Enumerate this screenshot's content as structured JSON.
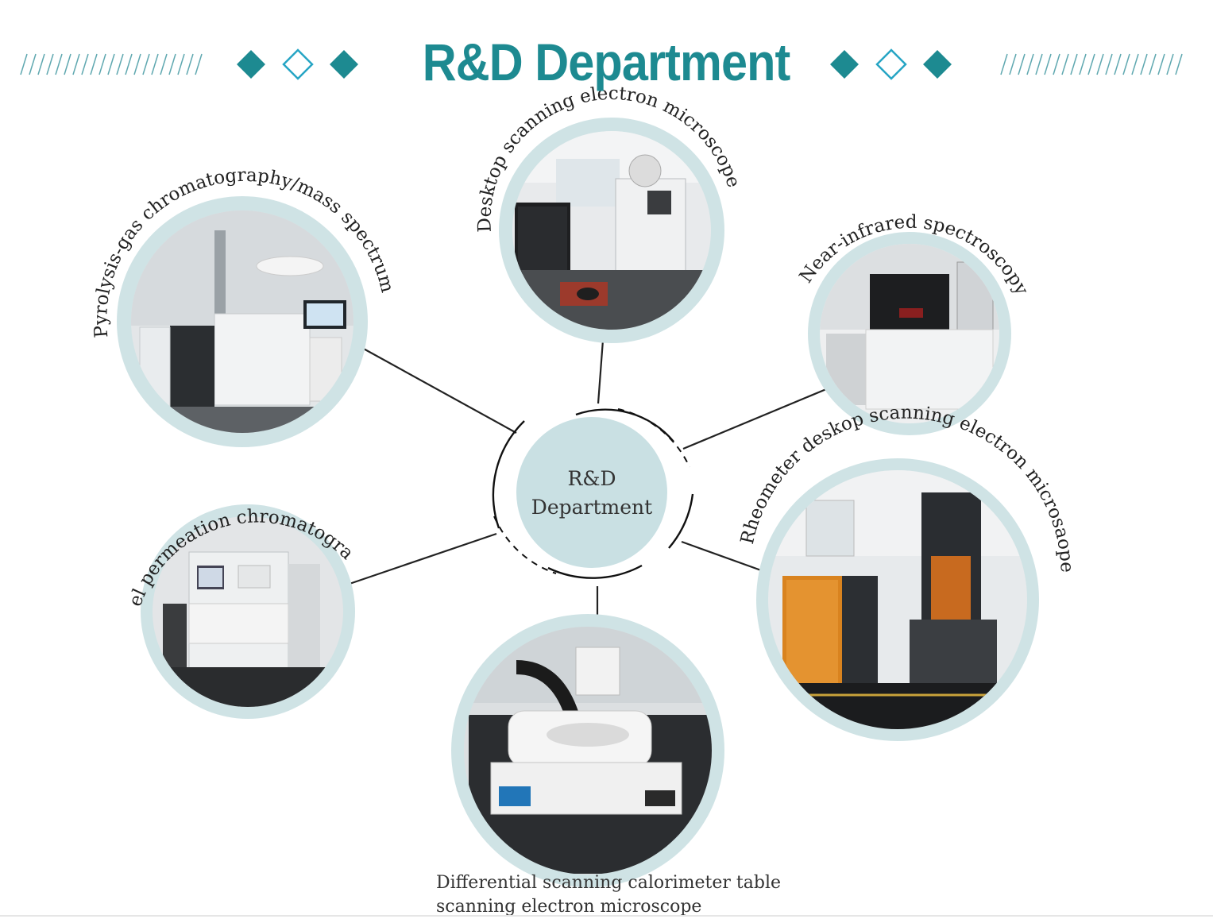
{
  "title": "R&D Department",
  "center": {
    "line1": "R&D",
    "line2": "Department"
  },
  "nodes": [
    {
      "id": "pyrolysis",
      "label": "Pyrolysis-gas chromatography/mass spectrum",
      "icon": "gc-ms-instrument-photo"
    },
    {
      "id": "desktop-sem",
      "label": "Desktop scanning electron microscope",
      "icon": "sem-instrument-photo"
    },
    {
      "id": "nir",
      "label": "Near-infrared spectroscopy",
      "icon": "nir-instrument-photo"
    },
    {
      "id": "rheometer",
      "label": "Rheometer deskop scanning electron microsaope",
      "icon": "rheometer-instrument-photo"
    },
    {
      "id": "dsc",
      "label": "Differential scanning calorimeter table scanning electron microscope",
      "label_lines": [
        "Differential scanning calorimeter table",
        "scanning electron microscope"
      ],
      "icon": "dsc-instrument-photo"
    },
    {
      "id": "gpc",
      "label": "Gel permeation chromatograph",
      "icon": "gpc-instrument-photo"
    }
  ],
  "colors": {
    "accent": "#1d8a91",
    "ring": "#cfe3e5",
    "center_fill": "#c9e0e3",
    "line": "#222222"
  }
}
